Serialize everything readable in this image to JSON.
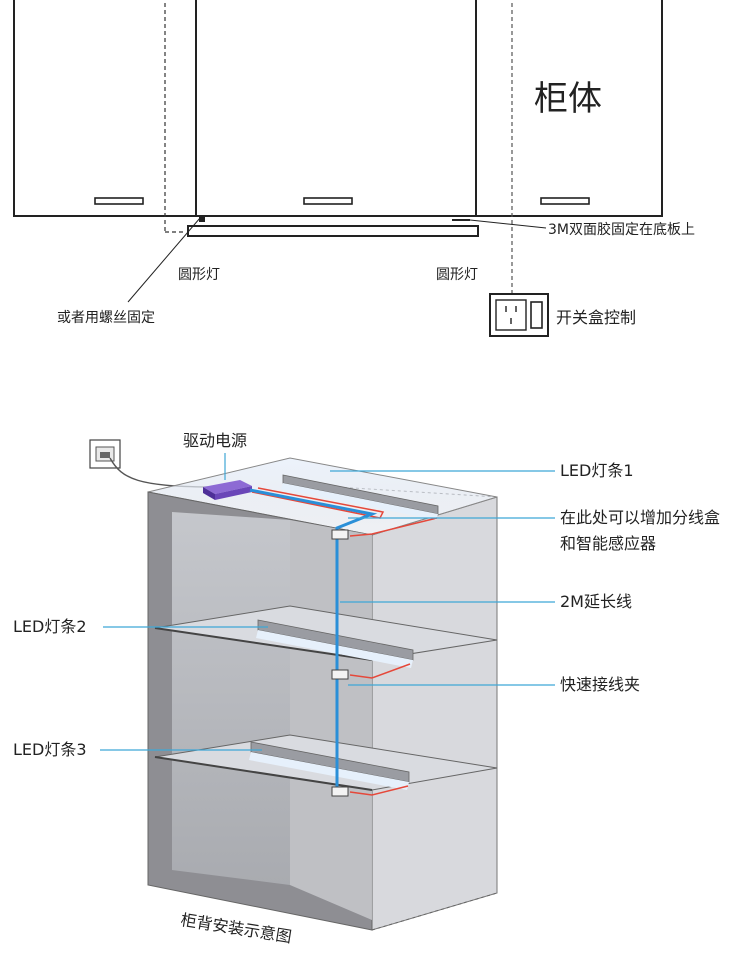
{
  "top": {
    "cabinet_label": "柜体",
    "tape_label": "3M双面胶固定在底板上",
    "round_light_left": "圆形灯",
    "round_light_right": "圆形灯",
    "screw_label": "或者用螺丝固定",
    "switch_label": "开关盒控制"
  },
  "bottom": {
    "driver_label": "驱动电源",
    "led1_label": "LED灯条1",
    "junction_line1": "在此处可以增加分线盒",
    "junction_line2": "和智能感应器",
    "ext_label": "2M延长线",
    "clip_label": "快速接线夹",
    "led2_label": "LED灯条2",
    "led3_label": "LED灯条3",
    "caption": "柜背安装示意图"
  },
  "colors": {
    "line": "#222222",
    "callout": "#3fa7d6",
    "wire_blue": "#2a8fd8",
    "wire_red": "#e5483a",
    "driver": "#6a46b8",
    "cabinet_front": "#8e8e93",
    "cabinet_inner": "#b9b9be"
  }
}
